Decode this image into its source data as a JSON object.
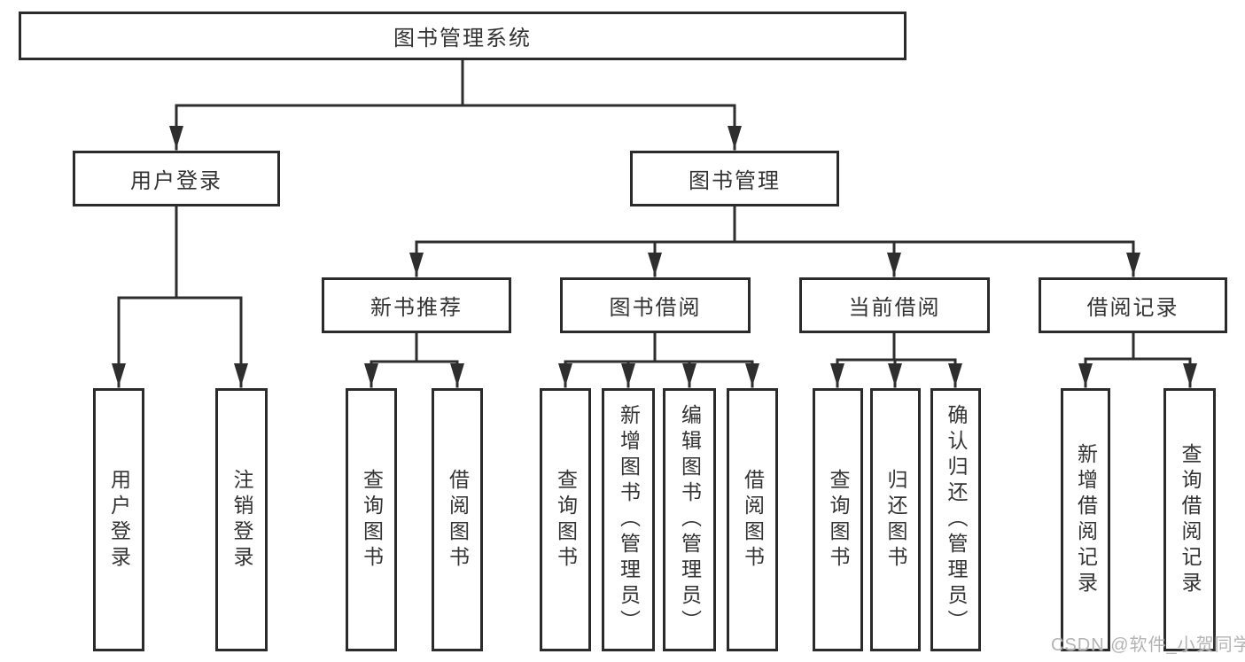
{
  "diagram": {
    "root": {
      "label": "图书管理系统",
      "children": [
        {
          "label": "用户登录",
          "children": [
            {
              "label": "用户登录"
            },
            {
              "label": "注销登录"
            }
          ]
        },
        {
          "label": "图书管理",
          "children": [
            {
              "label": "新书推荐",
              "children": [
                {
                  "label": "查询图书"
                },
                {
                  "label": "借阅图书"
                }
              ]
            },
            {
              "label": "图书借阅",
              "children": [
                {
                  "label": "查询图书"
                },
                {
                  "label": "新增图书（管理员）"
                },
                {
                  "label": "编辑图书（管理员）"
                },
                {
                  "label": "借阅图书"
                }
              ]
            },
            {
              "label": "当前借阅",
              "children": [
                {
                  "label": "查询图书"
                },
                {
                  "label": "归还图书"
                },
                {
                  "label": "确认归还（管理员）"
                }
              ]
            },
            {
              "label": "借阅记录",
              "children": [
                {
                  "label": "新增借阅记录"
                },
                {
                  "label": "查询借阅记录"
                }
              ]
            }
          ]
        }
      ]
    },
    "line_color": "#2e2e2e",
    "border_color": "#2b2b2b",
    "text_color": "#333333"
  },
  "watermark": {
    "text": "CSDN @软件_小贺同学"
  }
}
